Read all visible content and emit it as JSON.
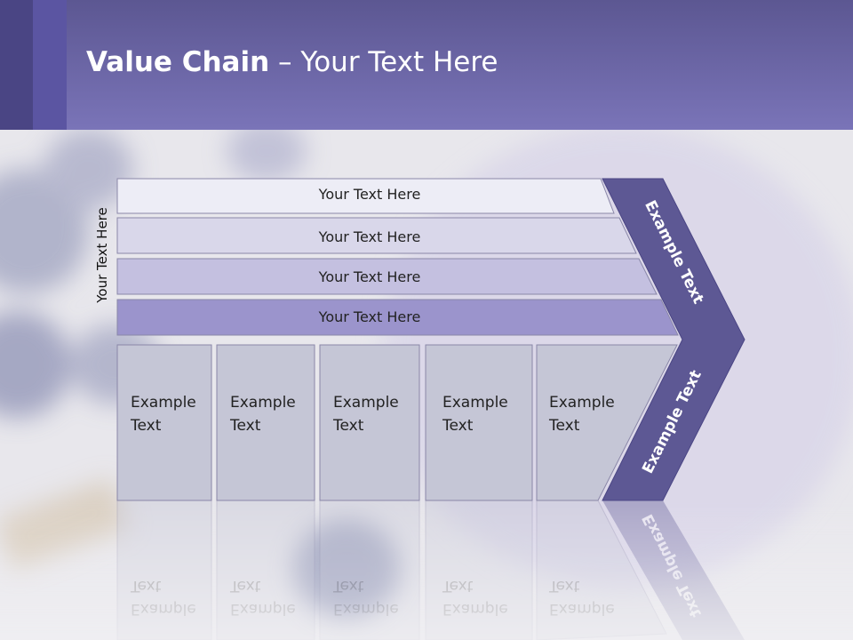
{
  "slide": {
    "title_bold": "Value Chain",
    "title_rest": " – Your Text Here",
    "side_label": "Your Text Here"
  },
  "bars": [
    {
      "label": "Your Text Here",
      "fill": "#ededf6"
    },
    {
      "label": "Your Text Here",
      "fill": "#d9d7ea"
    },
    {
      "label": "Your Text Here",
      "fill": "#c4c0e0"
    },
    {
      "label": "Your Text Here",
      "fill": "#9b94cc"
    }
  ],
  "boxes": [
    {
      "line1": "Example",
      "line2": "Text"
    },
    {
      "line1": "Example",
      "line2": "Text"
    },
    {
      "line1": "Example",
      "line2": "Text"
    },
    {
      "line1": "Example",
      "line2": "Text"
    },
    {
      "line1": "Example",
      "line2": "Text"
    }
  ],
  "chevron": {
    "upper_label": "Example Text",
    "lower_label": "Example Text",
    "fill": "#5d5894"
  },
  "colors": {
    "header": "#7a74b8",
    "accent_dark": "#4a4584",
    "box_fill": "#c5c6d6",
    "outline": "#8a87a8"
  }
}
